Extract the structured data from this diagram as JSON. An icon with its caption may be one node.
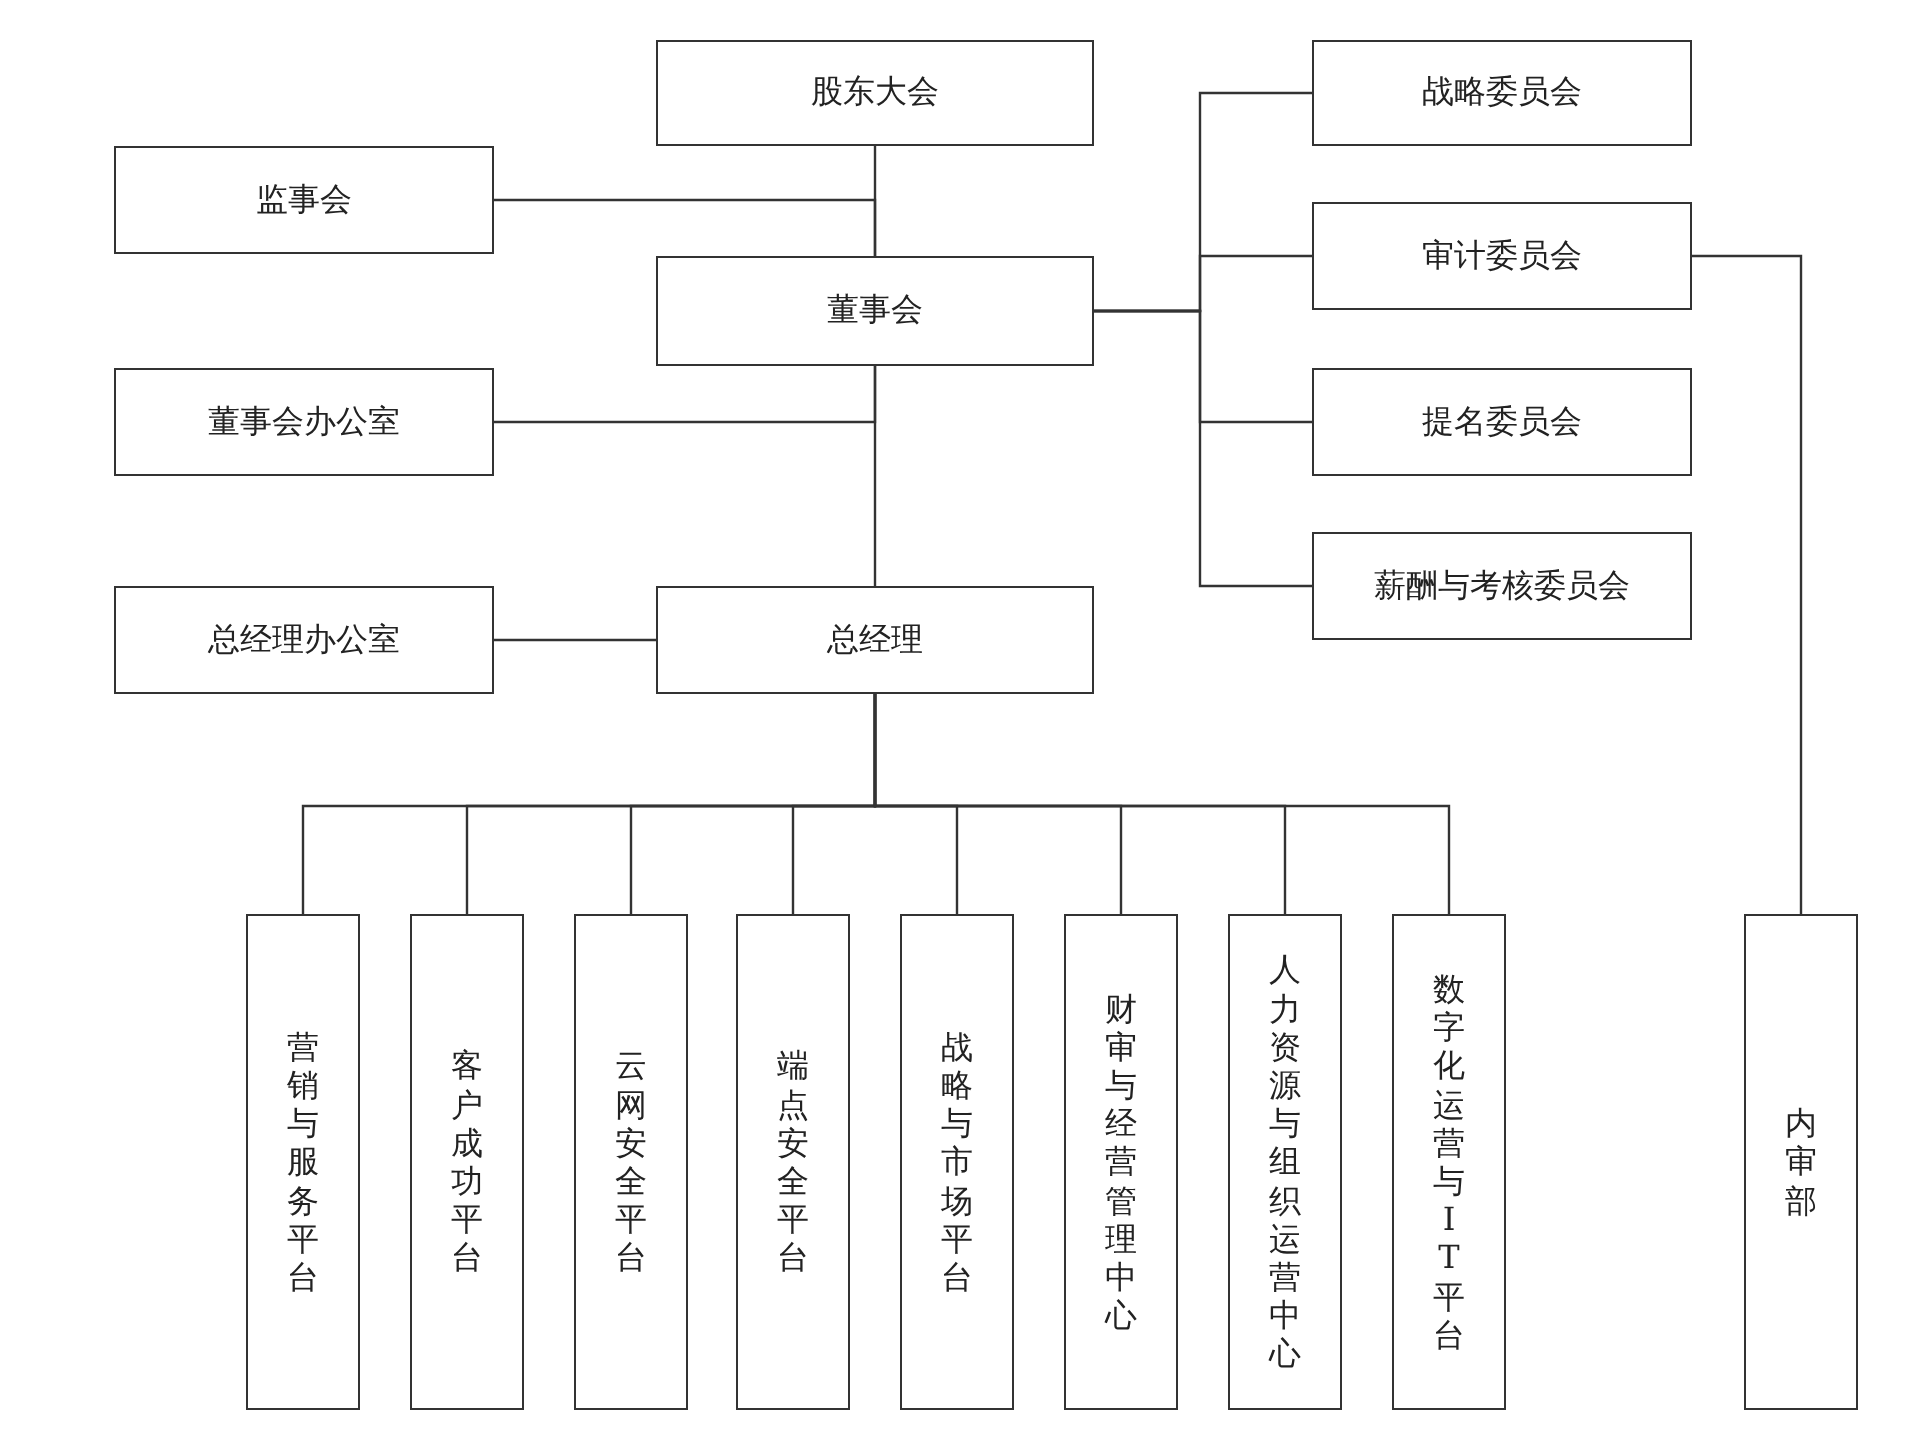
{
  "diagram": {
    "nodes": [
      {
        "text": [
          "股东大会"
        ]
      },
      {
        "text": [
          "监事会"
        ]
      },
      {
        "text": [
          "董事会"
        ]
      },
      {
        "text": [
          "董事会办公室"
        ]
      },
      {
        "text": [
          "总经理办公室"
        ]
      },
      {
        "text": [
          "总经理"
        ]
      },
      {
        "text": [
          "战略委员会"
        ]
      },
      {
        "text": [
          "审计委员会"
        ]
      },
      {
        "text": [
          "提名委员会"
        ]
      },
      {
        "text": [
          "薪酬与考核委员会"
        ]
      },
      {
        "text": [
          "营销与服务平台"
        ]
      },
      {
        "text": [
          "客户成功平台"
        ]
      },
      {
        "text": [
          "云网安全平台"
        ]
      },
      {
        "text": [
          "端点安全平台"
        ]
      },
      {
        "text": [
          "战略与市场平台"
        ]
      },
      {
        "text": [
          "财审与经营管理中心"
        ]
      },
      {
        "text": [
          "人力资源与组织运营中心"
        ]
      },
      {
        "text": [
          "数字化运营与IT平台"
        ]
      },
      {
        "text": [
          "内审部"
        ]
      }
    ],
    "edges": [
      {
        "from": 0,
        "to": 2,
        "arrow": "none"
      },
      {
        "from": 2,
        "to": 1,
        "arrow": "none"
      },
      {
        "from": 2,
        "to": 3,
        "arrow": "none"
      },
      {
        "from": 2,
        "to": 5,
        "arrow": "none"
      },
      {
        "from": 5,
        "to": 4,
        "arrow": "none"
      },
      {
        "from": 2,
        "to": 6,
        "arrow": "none"
      },
      {
        "from": 2,
        "to": 7,
        "arrow": "none"
      },
      {
        "from": 2,
        "to": 8,
        "arrow": "none"
      },
      {
        "from": 2,
        "to": 9,
        "arrow": "none"
      },
      {
        "from": 5,
        "to": 10,
        "arrow": "none"
      },
      {
        "from": 5,
        "to": 11,
        "arrow": "none"
      },
      {
        "from": 5,
        "to": 12,
        "arrow": "none"
      },
      {
        "from": 5,
        "to": 13,
        "arrow": "none"
      },
      {
        "from": 5,
        "to": 14,
        "arrow": "none"
      },
      {
        "from": 5,
        "to": 15,
        "arrow": "none"
      },
      {
        "from": 5,
        "to": 16,
        "arrow": "none"
      },
      {
        "from": 5,
        "to": 17,
        "arrow": "none"
      },
      {
        "from": 7,
        "to": 18,
        "arrow": "none"
      }
    ]
  }
}
